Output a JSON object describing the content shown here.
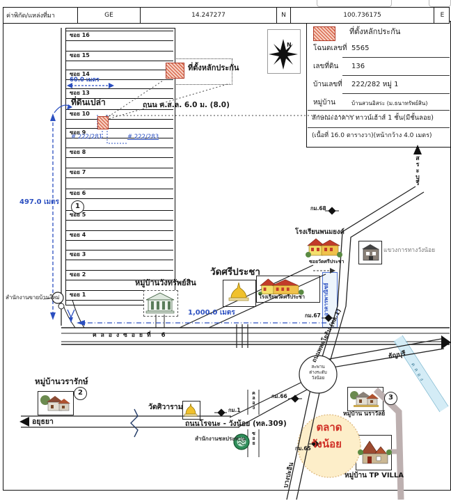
{
  "header": {
    "coord_label": "ค่าพิกัด/แหล่งที่มา",
    "source": "GE",
    "latitude": "14.247277",
    "lat_dir": "N",
    "longitude": "100.736175",
    "lng_dir": "E"
  },
  "info_panel": {
    "legend_label": "ที่ตั้งหลักประกัน",
    "rows": [
      {
        "label": "โฉนดเลขที่",
        "value": "5565"
      },
      {
        "label": "เลขที่ดิน",
        "value": "136"
      },
      {
        "label": "บ้านเลขที่",
        "value": "222/282 หมู่ 1"
      },
      {
        "label": "หมู่บ้าน",
        "value": "บ้านสวนอิสระ (ม.ธนาทรัพย์สิน)"
      }
    ],
    "building_line": "ลักษณะอาคาร ทาวน์เฮ้าส์ 1 ชั้น(มีชั้นลอย)",
    "area_line": "(เนื้อที่ 16.0 ตารางวา)(หน้ากว้าง 4.0 เมตร)"
  },
  "legend_box": {
    "label": "ที่ตั้งหลักประกัน"
  },
  "compass": {
    "north": "N"
  },
  "subdivision": {
    "sois": [
      "ซอย 16",
      "ซอย 15",
      "ซอย 14",
      "ซอย 13",
      "ซอย 10",
      "ซอย 9",
      "ซอย 8",
      "ซอย 7",
      "ซอย 6",
      "ซอย 5",
      "ซอย 4",
      "ซอย 3",
      "ซอย 2",
      "ซอย 1"
    ],
    "width_label": "60.0 เมตร",
    "vacant_label": "ที่ดินเปล่า",
    "house_281": "# 222/281",
    "house_283": "# 222/283",
    "road_label": "ถนน ค.ส.ล. 6.0 ม. (8.0)",
    "length_label": "497.0 เมตร",
    "marker_1": "1"
  },
  "measurements": {
    "m1000": "1,000.0 เมตร"
  },
  "landmarks": {
    "school_phanomyong": "โรงเรียนพนมยงค์",
    "soi_wat_sri_pracha": "ซอยวัดศรีประชา",
    "wat_sri_pracha": "วัดศรีประชา",
    "school_wat_sri_pracha": "โรงเรียนวัดศรีประชา",
    "highway_district_office": "แขวงการทางวังน้อย",
    "village_wangsubsin": "หมู่บ้านวังทรัพย์สิน",
    "sales_office": "สำนักงานขายบ้านใหม่",
    "commercial_buildings": "อาคารพาณิชย์",
    "village_wararak": "หมู่บ้านวรารักษ์",
    "marker_2": "2",
    "wat_siwaram": "วัดศิวาราม",
    "irrigation_office": "สำนักงานชลประทาน",
    "market_line1": "ตลาด",
    "market_line2": "วังน้อย",
    "village_narawan": "หมู่บ้าน นราวัลย์",
    "marker_3": "3",
    "village_tp_villa": "หมู่บ้าน TP VILLA",
    "junction_line1": "สะพาน",
    "junction_line2": "ต่างระดับ",
    "junction_line3": "วังน้อย"
  },
  "roads": {
    "rojana": "ถนนโรจนะ - วังน้อย (ทล.309)",
    "phahonyothin": "ถนนพหลโยธิน (ทล.1)",
    "canal_soi6": "คลองซอยที่ 6",
    "canal_vertical_top": "คลอง",
    "canal_vertical_bottom": "ซอย",
    "canal_diagonal": "คลอง"
  },
  "km_markers": {
    "km68": "กม.68",
    "km67": "กม.67",
    "km66": "กม.66",
    "km65": "กม.65",
    "km1": "กม.1"
  },
  "directions": {
    "saraburi": "สระบุรี",
    "ayutthaya": "อยุธยา",
    "thanyaburi": "ธัญบุรี",
    "bang_pa_in": "บางปะอิน"
  }
}
